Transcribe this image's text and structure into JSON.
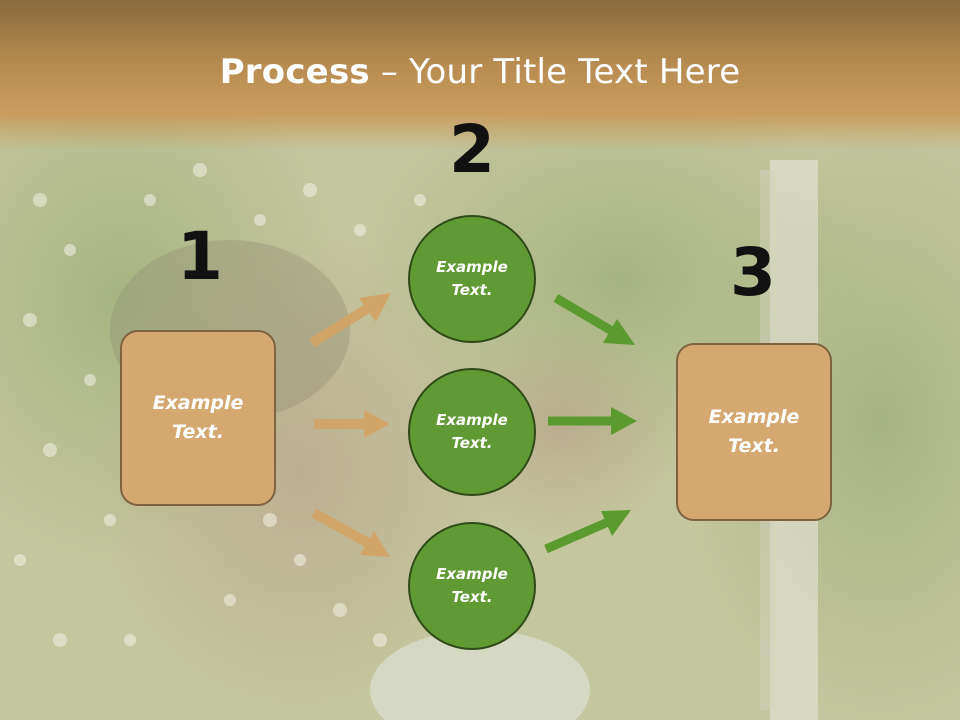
{
  "title": {
    "bold": "Process",
    "rest": " – Your Title Text Here"
  },
  "steps": [
    {
      "number": "1",
      "label": "Example\nText."
    },
    {
      "number": "2",
      "label": "Example\nText."
    },
    {
      "number": "3",
      "label": "Example\nText."
    }
  ],
  "circles": [
    {
      "label": "Example\nText."
    },
    {
      "label": "Example\nText."
    },
    {
      "label": "Example\nText."
    }
  ],
  "colors": {
    "box_fill": "#d4a870",
    "box_border": "#7f6240",
    "circle_fill": "#5f9a34",
    "circle_border": "#2f4a18",
    "arrow_tan": "#d1a56a",
    "arrow_green": "#5b9a2f",
    "header": "#c99b5e"
  }
}
